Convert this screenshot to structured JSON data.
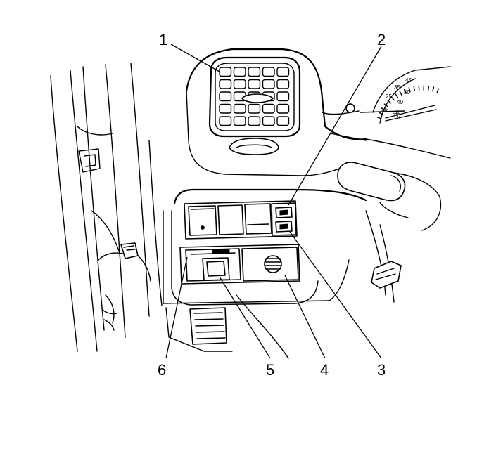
{
  "callouts": [
    {
      "id": "1",
      "label": "1"
    },
    {
      "id": "2",
      "label": "2"
    },
    {
      "id": "3",
      "label": "3"
    },
    {
      "id": "4",
      "label": "4"
    },
    {
      "id": "5",
      "label": "5"
    },
    {
      "id": "6",
      "label": "6"
    }
  ],
  "gauge_numbers": [
    "15",
    "20",
    "25",
    "30",
    "35",
    "40",
    "45",
    "50"
  ]
}
